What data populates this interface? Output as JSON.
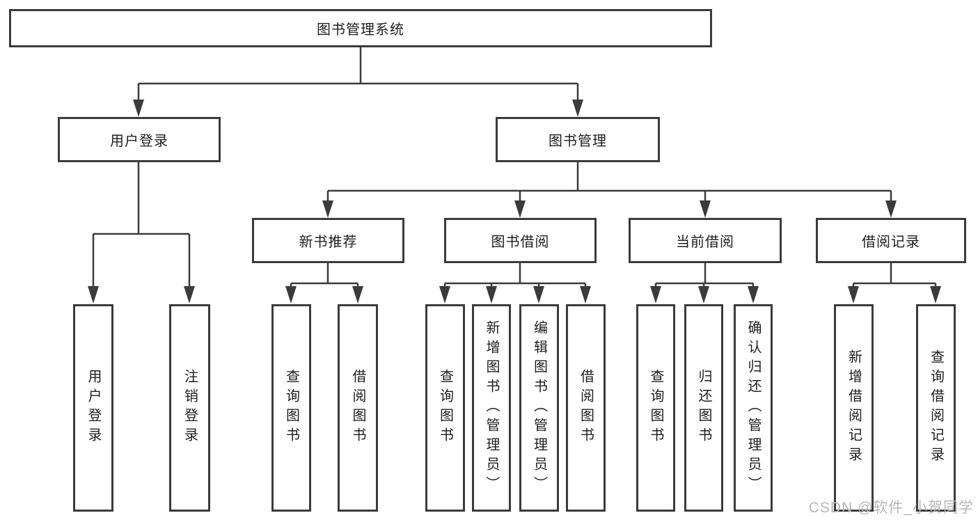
{
  "diagram": {
    "type": "hierarchy-flowchart",
    "tree": {
      "root": {
        "label": "图书管理系统",
        "children": [
          {
            "label": "用户登录",
            "children": [
              {
                "label": "用户登录"
              },
              {
                "label": "注销登录"
              }
            ]
          },
          {
            "label": "图书管理",
            "children": [
              {
                "label": "新书推荐",
                "children": [
                  {
                    "label": "查询图书"
                  },
                  {
                    "label": "借阅图书"
                  }
                ]
              },
              {
                "label": "图书借阅",
                "children": [
                  {
                    "label": "查询图书"
                  },
                  {
                    "label": "新增图书（管理员）"
                  },
                  {
                    "label": "编辑图书（管理员）"
                  },
                  {
                    "label": "借阅图书"
                  }
                ]
              },
              {
                "label": "当前借阅",
                "children": [
                  {
                    "label": "查询图书"
                  },
                  {
                    "label": "归还图书"
                  },
                  {
                    "label": "确认归还（管理员）"
                  }
                ]
              },
              {
                "label": "借阅记录",
                "children": [
                  {
                    "label": "新增借阅记录"
                  },
                  {
                    "label": "查询借阅记录"
                  }
                ]
              }
            ]
          }
        ]
      }
    },
    "colors": {
      "line": "#3b3b3b",
      "box_border": "#3b3b3b",
      "box_fill": "#ffffff",
      "text": "#1e1e1e",
      "watermark": "#b6b6b6",
      "background": "#ffffff"
    }
  },
  "watermark": {
    "text": "CSDN @软件_小贺同学"
  }
}
